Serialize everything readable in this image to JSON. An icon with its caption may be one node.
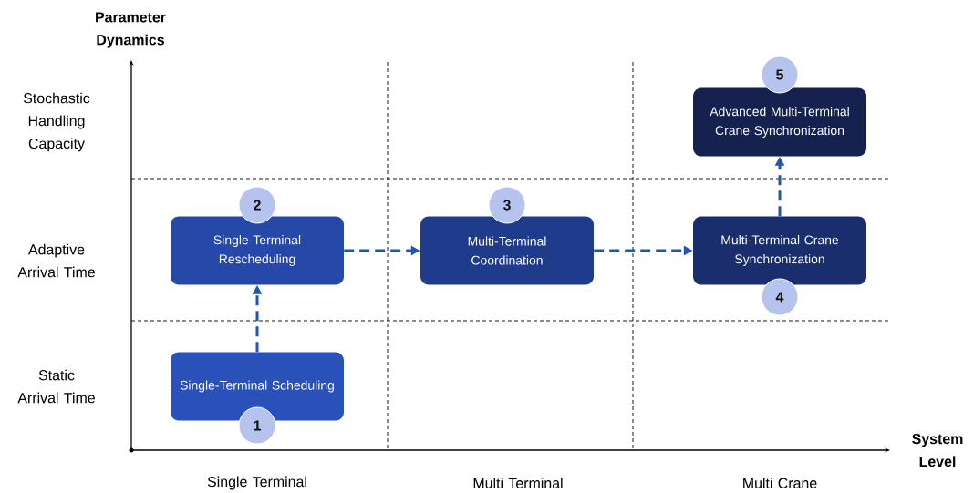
{
  "diagram": {
    "nodes": [
      {
        "text": [
          "Single-Terminal Scheduling"
        ]
      },
      {
        "text": [
          "1"
        ]
      },
      {
        "text": [
          "Single-Terminal Rescheduling"
        ]
      },
      {
        "text": [
          "2"
        ]
      },
      {
        "text": [
          "Multi-Terminal Coordination"
        ]
      },
      {
        "text": [
          "3"
        ]
      },
      {
        "text": [
          "Multi-Terminal Crane Synchronization"
        ]
      },
      {
        "text": [
          "4"
        ]
      },
      {
        "text": [
          "Advanced Multi-Terminal Crane Synchronization"
        ]
      },
      {
        "text": [
          "5"
        ]
      }
    ],
    "edges": [
      {
        "from": 0,
        "to": 2,
        "arrow": "to",
        "style": "dashed"
      },
      {
        "from": 2,
        "to": 4,
        "arrow": "to",
        "style": "dashed"
      },
      {
        "from": 4,
        "to": 6,
        "arrow": "to",
        "style": "dashed"
      },
      {
        "from": 6,
        "to": 8,
        "arrow": "to",
        "style": "dashed"
      }
    ],
    "labels": [
      "Parameter Dynamics",
      "Stochastic Handling Capacity",
      "Adaptive Arrival Time",
      "Static Arrival Time",
      "System Level",
      "Single Terminal",
      "Multi Terminal",
      "Multi Crane"
    ]
  }
}
